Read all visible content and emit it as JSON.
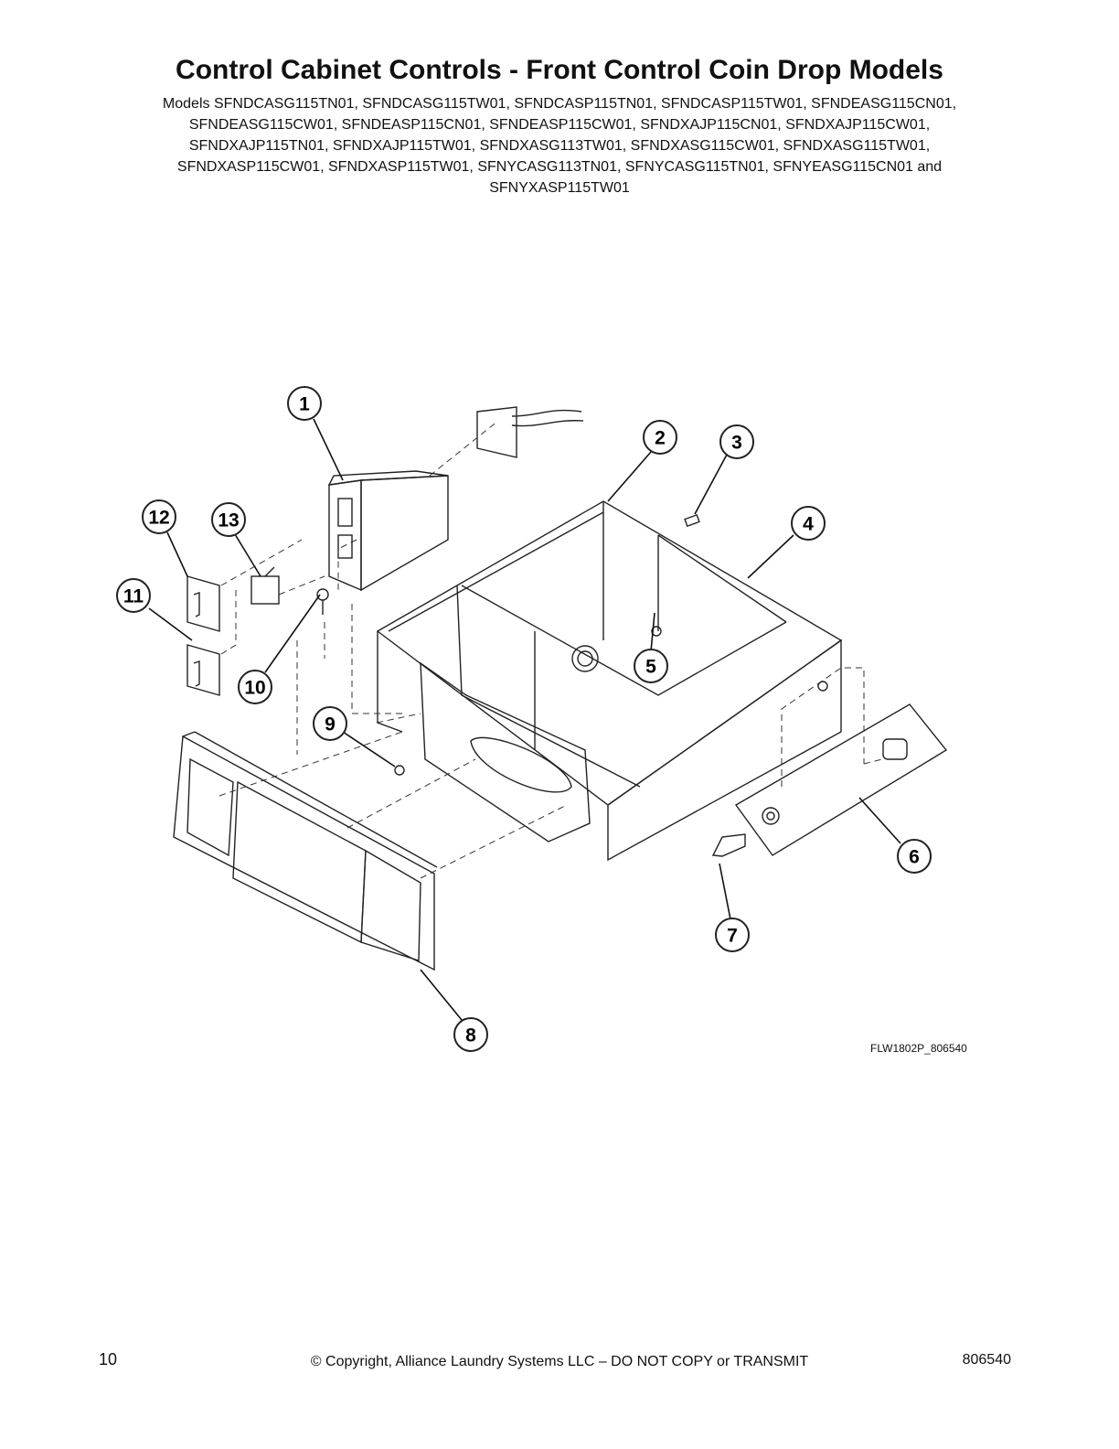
{
  "title": "Control Cabinet Controls - Front Control Coin Drop Models",
  "model_lines": [
    "Models SFNDCASG115TN01, SFNDCASG115TW01, SFNDCASP115TN01, SFNDCASP115TW01, SFNDEASG115CN01,",
    "SFNDEASG115CW01, SFNDEASP115CN01, SFNDEASP115CW01, SFNDXAJP115CN01, SFNDXAJP115CW01,",
    "SFNDXAJP115TN01, SFNDXAJP115TW01, SFNDXASG113TW01, SFNDXASG115CW01, SFNDXASG115TW01,",
    "SFNDXASP115CW01, SFNDXASP115TW01, SFNYCASG113TN01, SFNYCASG115TN01, SFNYEASG115CN01 and",
    "SFNYXASP115TW01"
  ],
  "callouts": [
    "1",
    "2",
    "3",
    "4",
    "5",
    "6",
    "7",
    "8",
    "9",
    "10",
    "11",
    "12",
    "13"
  ],
  "figure_code": "FLW1802P_806540",
  "footer": {
    "page_number": "10",
    "copyright": "© Copyright, Alliance Laundry Systems LLC – DO NOT COPY or TRANSMIT",
    "doc_number": "806540"
  }
}
